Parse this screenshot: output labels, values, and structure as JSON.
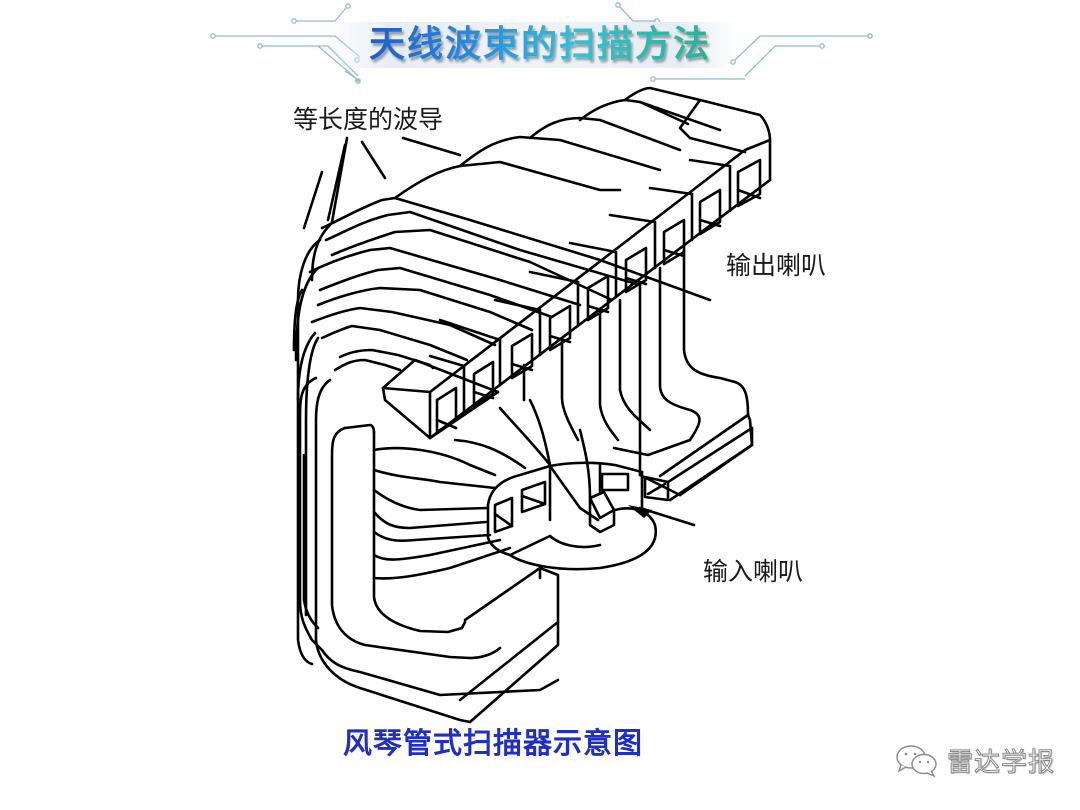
{
  "header": {
    "title": "天线波束的扫描方法"
  },
  "diagram": {
    "labels": {
      "equal_length_waveguides": "等长度的波导",
      "output_horns": "输出喇叭",
      "input_horn": "输入喇叭"
    },
    "caption": "风琴管式扫描器示意图"
  },
  "watermark": {
    "icon": "wechat-icon",
    "text": "雷达学报"
  },
  "colors": {
    "caption": "#1f2fc4",
    "title_start": "#1c56c9",
    "title_end": "#27b08a",
    "circuit_lines": "#8fbfc4",
    "line_art": "#000000"
  }
}
